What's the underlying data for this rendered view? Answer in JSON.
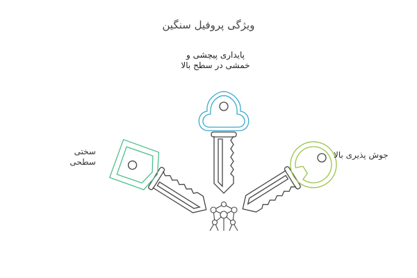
{
  "title": "ویژگی پروفیل سنگین",
  "features": {
    "top": {
      "line1": "پایداری پیچشی و",
      "line2": "خمشی در سطح بالا",
      "color": "#3aa9c9",
      "icon": "cloud-key-icon"
    },
    "left": {
      "line1": "سختی",
      "line2": "سطحی",
      "color": "#4cbf8a",
      "icon": "square-key-icon"
    },
    "right": {
      "line1": "جوش پذیری بالا",
      "color": "#9bc34a",
      "icon": "round-key-icon"
    }
  },
  "center_icon": "molecule-structure-icon"
}
